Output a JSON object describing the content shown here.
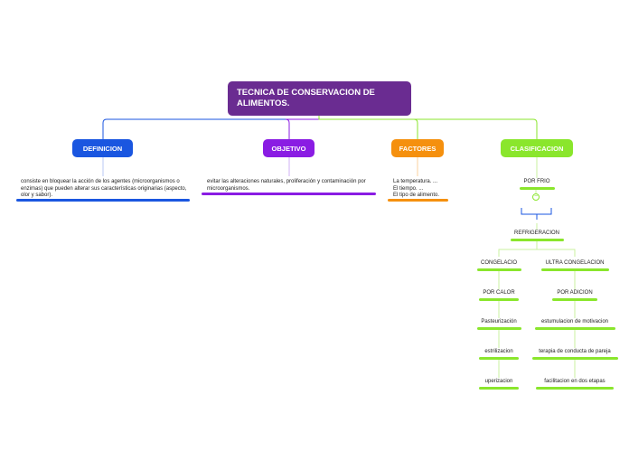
{
  "root": {
    "title": "TECNICA DE CONSERVACION DE ALIMENTOS."
  },
  "branches": {
    "definicion": {
      "label": "DEFINICION",
      "color": "#1a56e0",
      "note": "consiste en bloquear la acción de los agentes (microorganismos o enzimas) que pueden alterar sus características originarias (aspecto, olor y sabor)."
    },
    "objetivo": {
      "label": "OBJETIVO",
      "color": "#8a1ce3",
      "note": "evitar las alteraciones naturales, proliferación y contaminación por microorganismos."
    },
    "factores": {
      "label": "FACTORES",
      "color": "#f5900e",
      "note_lines": [
        "La temperatura. ...",
        "El tiempo. ...",
        "El tipo de alimento."
      ]
    },
    "clasificacion": {
      "label": "CLASIFICACION",
      "color": "#8ae62c",
      "por_frio": "POR FRIO",
      "toggle": "−",
      "refrigeracion": "REFRIGERACION",
      "congelacio": "CONGELACIO",
      "ultra_congelacion": "ULTRA CONGELACION",
      "por_calor": "POR CALOR",
      "por_adicion": "POR ADICION",
      "pasteurizacion": "Pasteurización",
      "esterilizacion": "estrilizacion",
      "uperizacion": "uperizacion",
      "estimulacion": "estumulacion de motivacion",
      "terapia": "terapia de conducta de pareja",
      "facilitacion": "facilitacion en dos etapas"
    }
  }
}
